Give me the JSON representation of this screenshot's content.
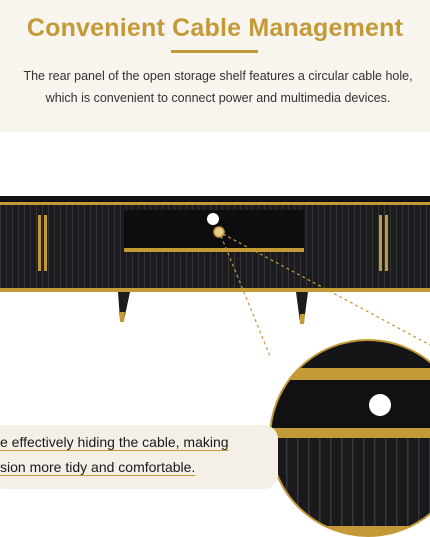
{
  "header": {
    "title": "Convenient Cable Management",
    "description": "The rear panel of the open storage shelf features a circular cable hole, which is convenient to connect power and multimedia devices."
  },
  "callout": {
    "line1": "e effectively hiding the cable, making",
    "line2": "sion more tidy and comfortable."
  },
  "colors": {
    "accent_gold": "#c49a38",
    "header_bg": "#f8f4ee",
    "cabinet_black": "#1c1c1e",
    "callout_bg": "#f4efe7"
  }
}
